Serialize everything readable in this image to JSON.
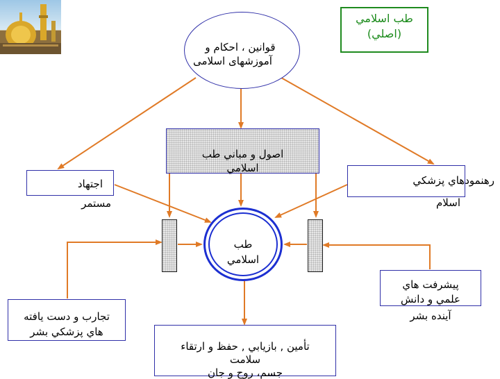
{
  "title_lines": [
    "طب اسلامي",
    "(اصلي)"
  ],
  "top_node_lines": [
    "قوانين ، احكام و",
    "آموزشهای اسلامی"
  ],
  "principles_lines": [
    "اصول و مباني طب",
    "اسلامي"
  ],
  "ijtihad_lines": [
    "اجتهاد",
    "مستمر"
  ],
  "guidance_lines": [
    "رهنمودهاي پزشكي",
    "اسلام"
  ],
  "center_lines": [
    "طب",
    "اسلامي"
  ],
  "experience_lines": [
    "تجارب و دست يافته",
    "هاي  پزشكي بشر"
  ],
  "science_lines": [
    "پيشرفت هاي",
    "علمي و دانش",
    "آينده بشر"
  ],
  "outcome_lines": [
    "تأمين , بازيابي , حفظ و ارتقاء",
    "سلامت",
    "جسم، روح و جان"
  ],
  "colors": {
    "arrow": "#e07a26",
    "border": "#2f2fa8",
    "title_border": "#1e8a1e",
    "title_text": "#1a8a1a",
    "center_ring": "#1c2fd1"
  }
}
